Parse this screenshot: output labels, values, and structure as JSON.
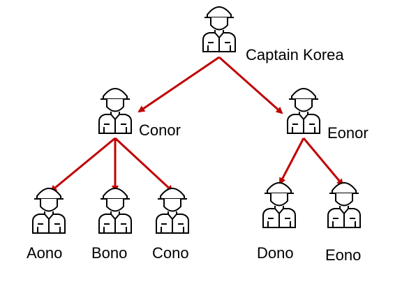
{
  "diagram": {
    "nodes": [
      {
        "id": "captain",
        "label": "Captain Korea",
        "icon": "soldier-icon"
      },
      {
        "id": "conor",
        "label": "Conor",
        "icon": "soldier-icon"
      },
      {
        "id": "eonor",
        "label": "Eonor",
        "icon": "soldier-icon"
      },
      {
        "id": "aono",
        "label": "Aono",
        "icon": "soldier-icon"
      },
      {
        "id": "bono",
        "label": "Bono",
        "icon": "soldier-icon"
      },
      {
        "id": "cono",
        "label": "Cono",
        "icon": "soldier-icon"
      },
      {
        "id": "dono",
        "label": "Dono",
        "icon": "soldier-icon"
      },
      {
        "id": "eono",
        "label": "Eono",
        "icon": "soldier-icon"
      }
    ],
    "edges": [
      {
        "from": "captain",
        "to": "conor"
      },
      {
        "from": "captain",
        "to": "eonor"
      },
      {
        "from": "conor",
        "to": "aono"
      },
      {
        "from": "conor",
        "to": "bono"
      },
      {
        "from": "conor",
        "to": "cono"
      },
      {
        "from": "eonor",
        "to": "dono"
      },
      {
        "from": "eonor",
        "to": "eono"
      }
    ],
    "colors": {
      "arrow": "#c00000",
      "icon_stroke": "#000000",
      "text": "#000000"
    }
  }
}
